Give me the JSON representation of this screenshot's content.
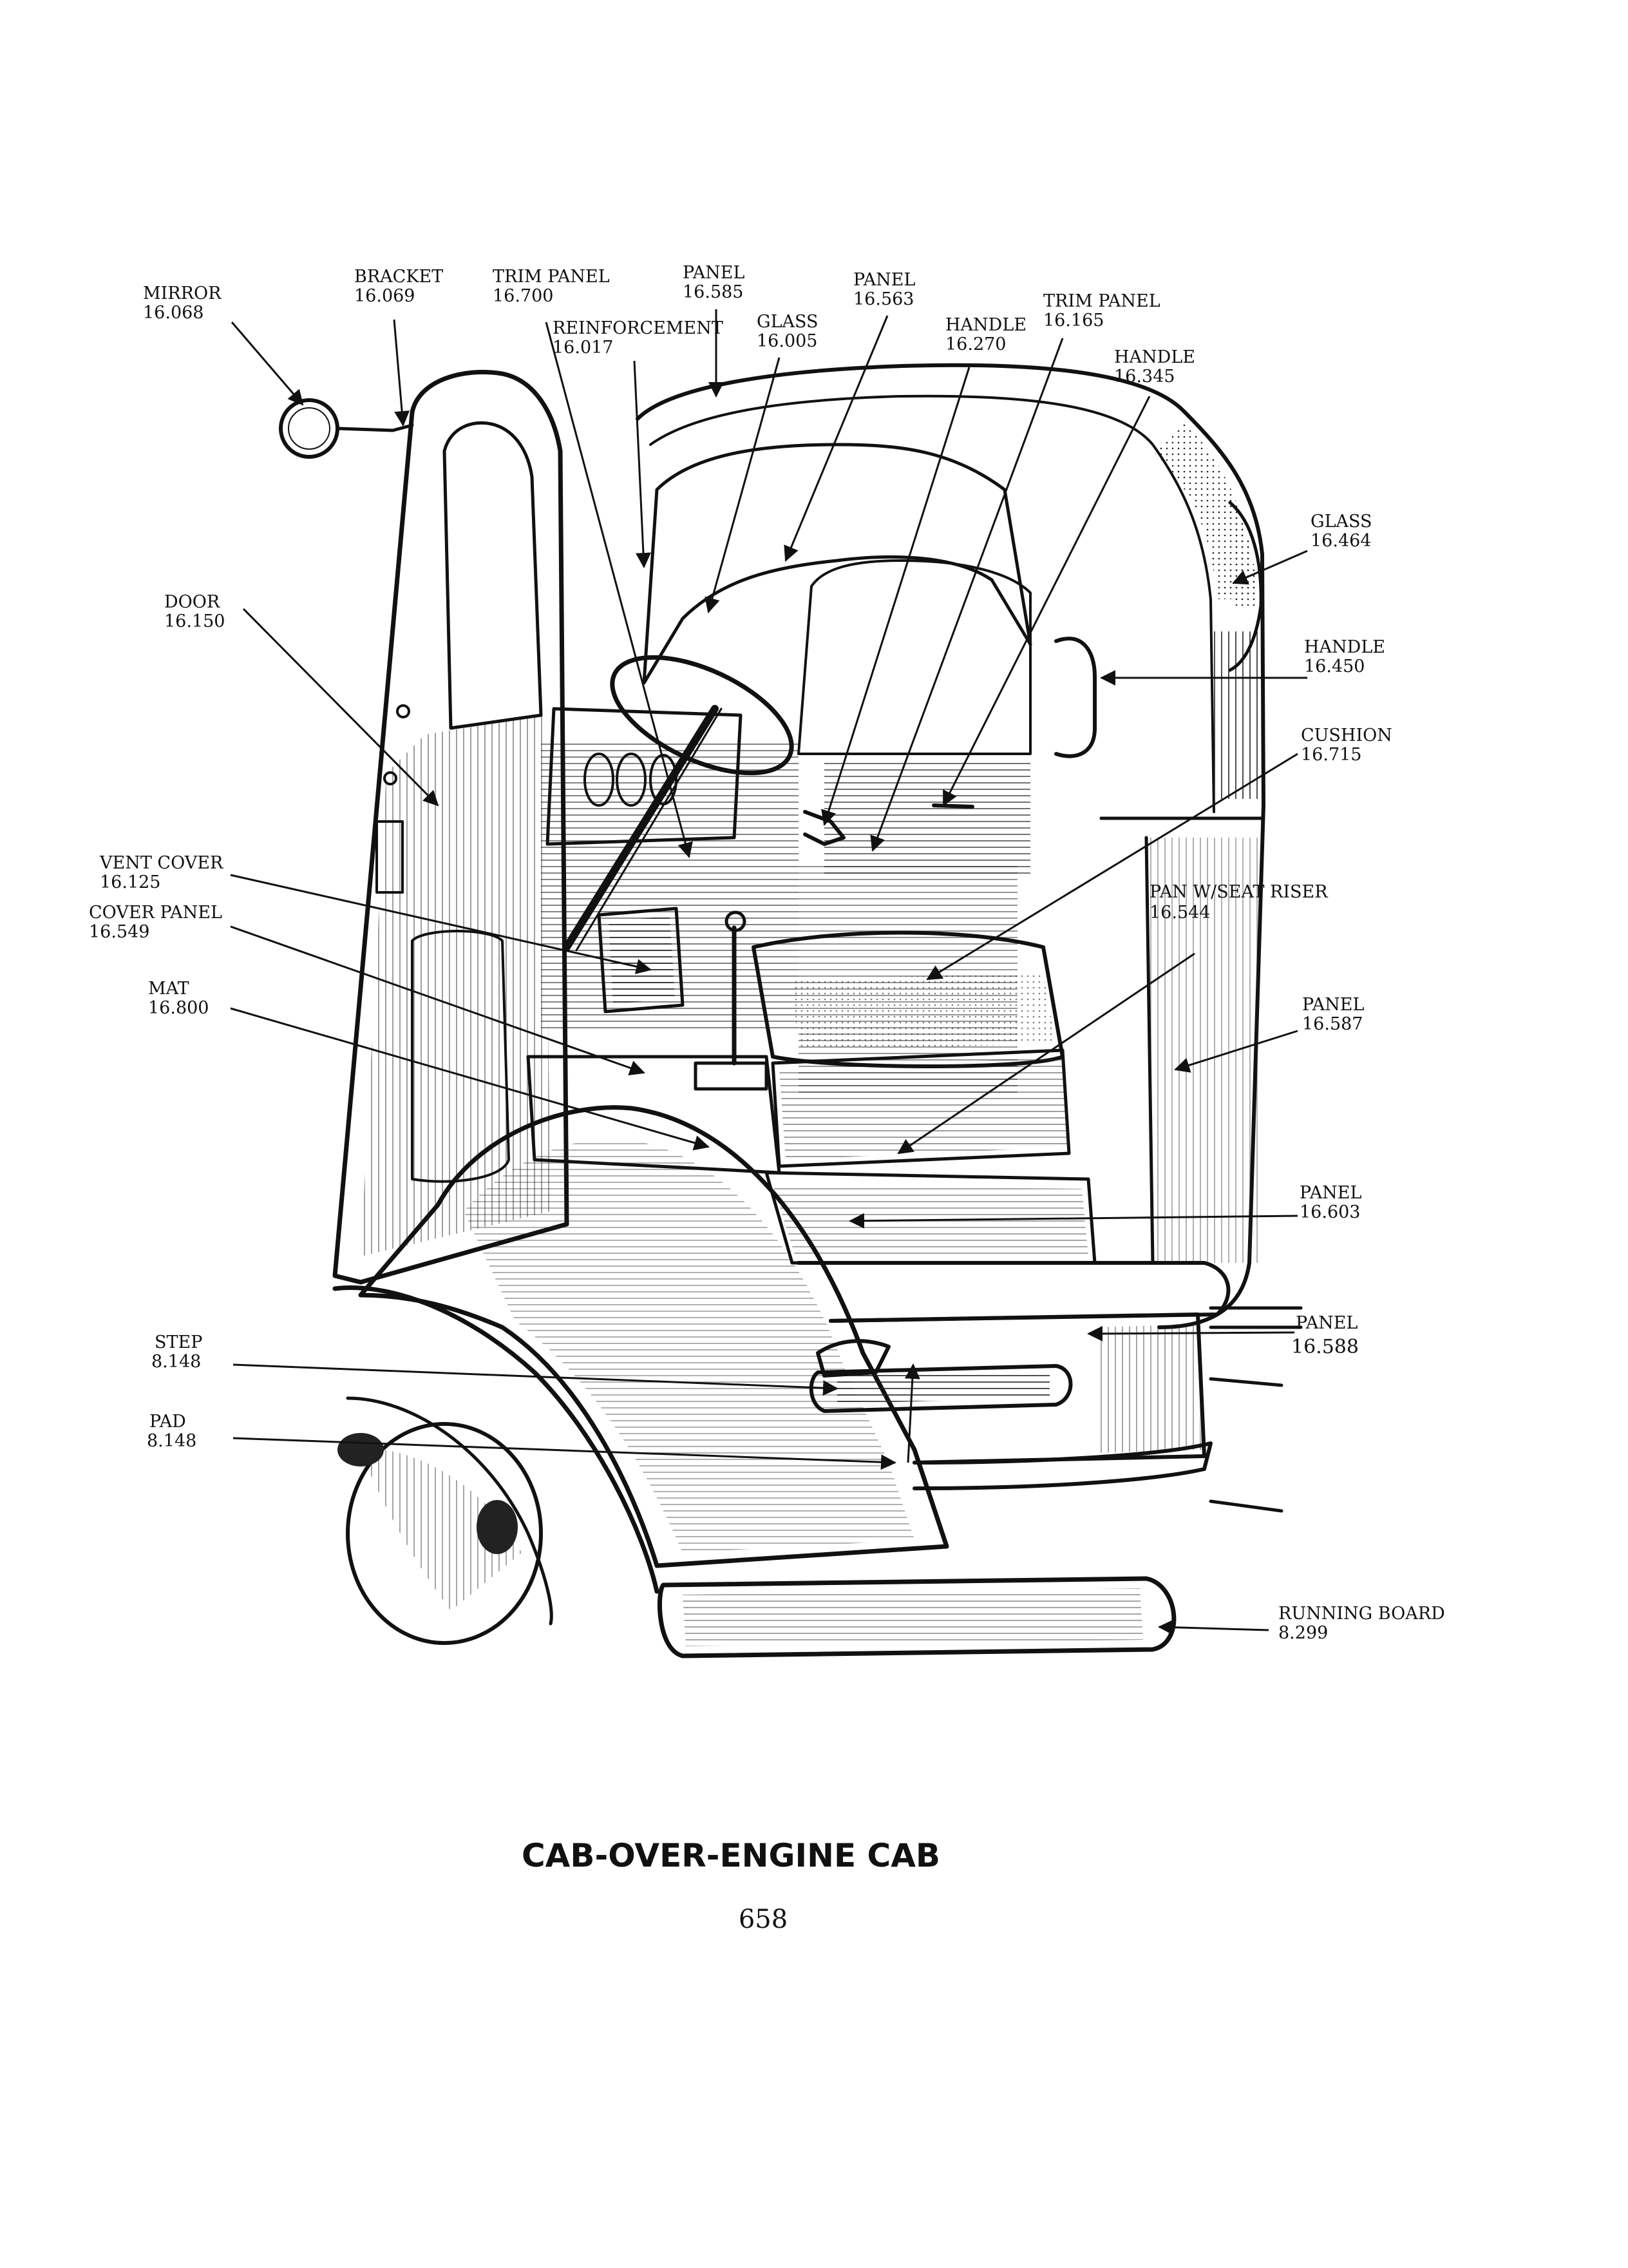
{
  "title": "CAB-OVER-ENGINE CAB",
  "page_number": "658",
  "callouts": [
    {
      "id": "mirror",
      "name": "MIRROR",
      "part": "16.068"
    },
    {
      "id": "bracket",
      "name": "BRACKET",
      "part": "16.069"
    },
    {
      "id": "trim-panel-a",
      "name": "TRIM PANEL",
      "part": "16.700"
    },
    {
      "id": "reinforcement",
      "name": "REINFORCEMENT",
      "part": "16.017"
    },
    {
      "id": "panel-roof",
      "name": "PANEL",
      "part": "16.585"
    },
    {
      "id": "glass-windshield",
      "name": "GLASS",
      "part": "16.005"
    },
    {
      "id": "panel-inner-roof",
      "name": "PANEL",
      "part": "16.563"
    },
    {
      "id": "handle-inner",
      "name": "HANDLE",
      "part": "16.270"
    },
    {
      "id": "trim-panel-b",
      "name": "TRIM PANEL",
      "part": "16.165"
    },
    {
      "id": "handle-lock",
      "name": "HANDLE",
      "part": "16.345"
    },
    {
      "id": "glass-rear",
      "name": "GLASS",
      "part": "16.464"
    },
    {
      "id": "handle-grab",
      "name": "HANDLE",
      "part": "16.450"
    },
    {
      "id": "door",
      "name": "DOOR",
      "part": "16.150"
    },
    {
      "id": "cushion",
      "name": "CUSHION",
      "part": "16.715"
    },
    {
      "id": "vent-cover",
      "name": "VENT COVER",
      "part": "16.125"
    },
    {
      "id": "cover-panel",
      "name": "COVER PANEL",
      "part": "16.549"
    },
    {
      "id": "pan-seat-riser",
      "name": "PAN W/SEAT RISER",
      "part": "16.544"
    },
    {
      "id": "mat",
      "name": "MAT",
      "part": "16.800"
    },
    {
      "id": "panel-back",
      "name": "PANEL",
      "part": "16.587"
    },
    {
      "id": "panel-floor",
      "name": "PANEL",
      "part": "16.603"
    },
    {
      "id": "panel-lower",
      "name": "PANEL",
      "part": "16.588"
    },
    {
      "id": "step",
      "name": "STEP",
      "part": "8.148"
    },
    {
      "id": "pad",
      "name": "PAD",
      "part": "8.148"
    },
    {
      "id": "running-board",
      "name": "RUNNING BOARD",
      "part": "8.299"
    }
  ]
}
